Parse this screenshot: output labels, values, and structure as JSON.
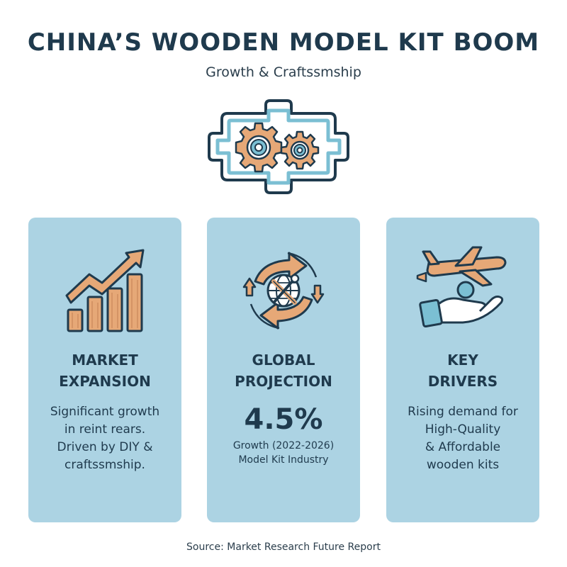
{
  "header": {
    "title": "CHINA’S WOODEN MODEL KIT BOOM",
    "subtitle": "Growth & Craftssmship"
  },
  "cards": [
    {
      "icon": "growth-chart-icon",
      "heading_lines": [
        "MARKET",
        "EXPANSION"
      ],
      "body_lines": [
        "Significant growth",
        "in reint rears.",
        "Driven by DIY &",
        "craftssmship."
      ]
    },
    {
      "icon": "global-cycle-icon",
      "heading_lines": [
        "GLOBAL",
        "PROJECTION"
      ],
      "metric": "4.5%",
      "caption_lines": [
        "Growth (2022-2026)",
        "Model Kit Industry"
      ]
    },
    {
      "icon": "hand-airplane-icon",
      "heading_lines": [
        "KEY",
        "DRIVERS"
      ],
      "body_lines": [
        "Rising demand for",
        "High-Quality",
        "& Affordable",
        "wooden kits"
      ]
    }
  ],
  "footer": {
    "source": "Source: Market Research Future Report"
  },
  "colors": {
    "card_bg": "#acd3e3",
    "wood": "#e6a877",
    "outline": "#1f3a4d",
    "frame": "#7bbfd3"
  }
}
